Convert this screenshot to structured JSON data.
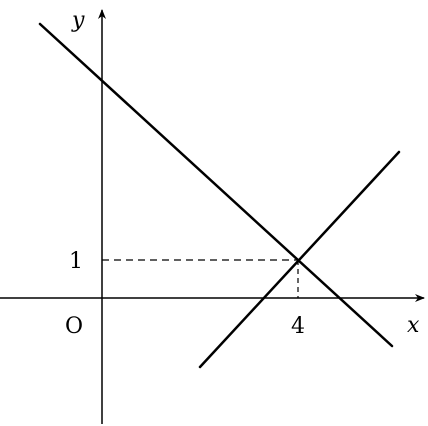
{
  "figure": {
    "axis_x_label": "x",
    "axis_y_label": "y",
    "origin_label": "O",
    "x_tick_label": "4",
    "y_tick_label": "1"
  },
  "colors": {
    "stroke": "#000000",
    "background": "#ffffff"
  }
}
